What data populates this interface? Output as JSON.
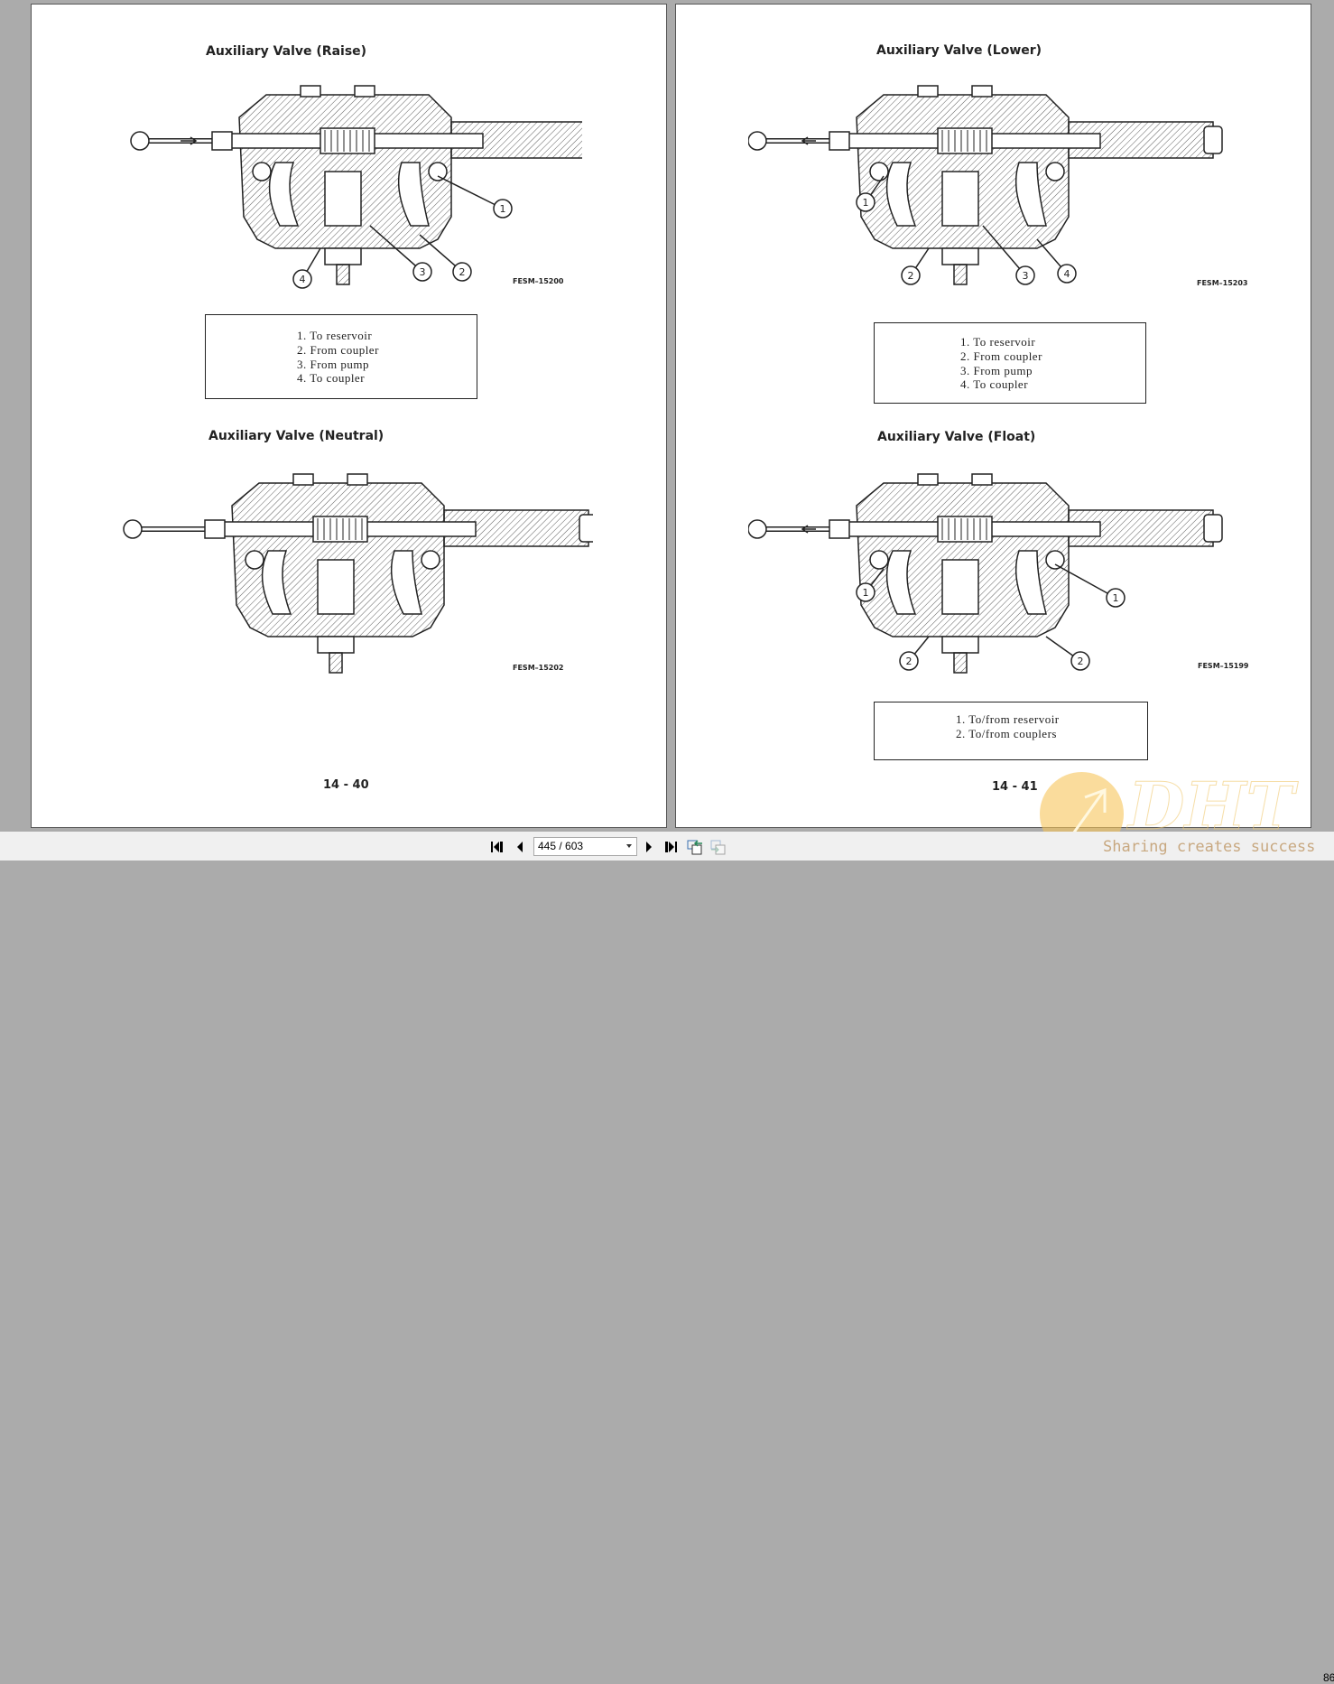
{
  "pages": [
    {
      "page_number": "14 - 40",
      "figures": [
        {
          "title": "Auxiliary Valve (Raise)",
          "fig_no": "FESM–15200",
          "callouts": [
            "1",
            "3",
            "2",
            "4"
          ],
          "arrow_dir": "right"
        },
        {
          "title": "Auxiliary Valve (Neutral)",
          "fig_no": "FESM–15202",
          "callouts": [],
          "arrow_dir": "none"
        }
      ],
      "legend": [
        "1.  To reservoir",
        "2.  From coupler",
        "3.  From pump",
        "4.  To coupler"
      ]
    },
    {
      "page_number": "14 - 41",
      "figures": [
        {
          "title": "Auxiliary Valve (Lower)",
          "fig_no": "FESM–15203",
          "callouts": [
            "1",
            "2",
            "3",
            "4"
          ],
          "arrow_dir": "left"
        },
        {
          "title": "Auxiliary Valve (Float)",
          "fig_no": "FESM–15199",
          "callouts": [
            "1",
            "1",
            "2",
            "2"
          ],
          "arrow_dir": "left"
        }
      ],
      "legend": [
        "1.  To reservoir",
        "2.  From coupler",
        "3.  From pump",
        "4.  To coupler"
      ],
      "legend2": [
        "1.  To/from reservoir",
        "2.  To/from couplers"
      ]
    }
  ],
  "toolbar": {
    "page_indicator": "445 / 603",
    "icons": [
      "first-page-icon",
      "prev-page-icon",
      "next-page-icon",
      "last-page-icon",
      "go-back-view-icon",
      "go-forward-view-icon"
    ],
    "zoom_partial": "86"
  },
  "watermark": {
    "logo": "DHT",
    "slogan": "Sharing creates success"
  }
}
